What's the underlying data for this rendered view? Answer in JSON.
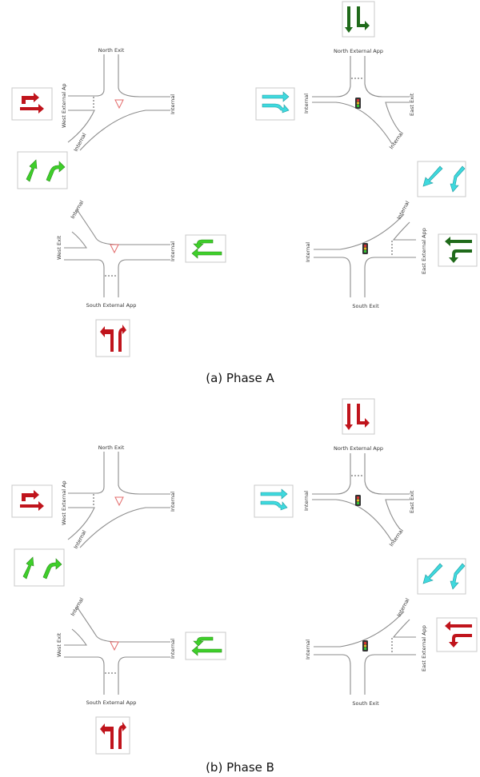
{
  "colors": {
    "red": "#c0141c",
    "green": "#3ecf2a",
    "dark_green": "#1f6a1a",
    "cyan": "#3fd9de"
  },
  "labels": {
    "north_exit": "North Exit",
    "west_external": "West External Ap",
    "internal": "Internal",
    "north_external": "North External App",
    "east_exit": "East Exit",
    "west_exit": "West Exit",
    "south_external": "South External App",
    "east_external": "East External App",
    "south_exit": "South Exit"
  },
  "captions": {
    "phase_a": "(a) Phase A",
    "phase_b": "(b) Phase B"
  },
  "icons": {
    "yield_sign": "yield-triangle-icon",
    "traffic_signal": "traffic-light-icon",
    "turn_arrows": "lane-arrow-icon"
  }
}
